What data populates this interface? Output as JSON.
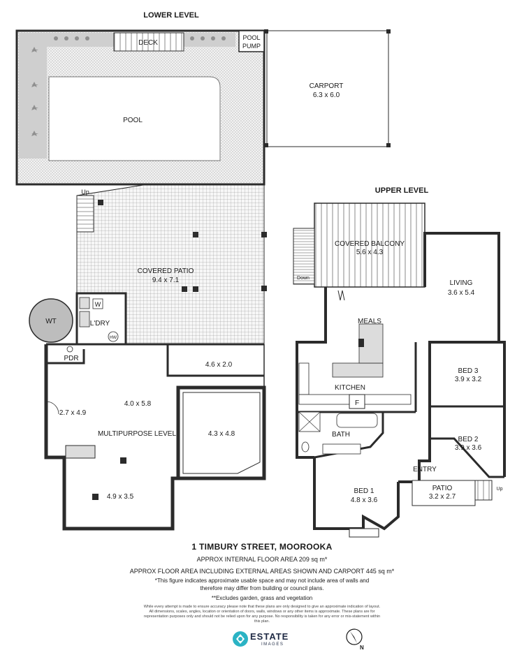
{
  "levels": {
    "lower": "LOWER LEVEL",
    "upper": "UPPER LEVEL"
  },
  "lower_rooms": {
    "deck": "DECK",
    "pool_pump_1": "POOL",
    "pool_pump_2": "PUMP",
    "pool": "POOL",
    "carport": "CARPORT",
    "carport_dim": "6.3 x 6.0",
    "covered_patio": "COVERED PATIO",
    "covered_patio_dim": "9.4 x 7.1",
    "laundry": "L'DRY",
    "wt": "WT",
    "pdr": "PDR",
    "w": "W",
    "hw": "HW",
    "up": "Up",
    "room_a_dim": "4.6 x 2.0",
    "room_b_dim": "2.7 x 4.9",
    "room_c_dim": "4.0 x 5.8",
    "multipurpose": "MULTIPURPOSE LEVEL",
    "room_d_dim": "4.3 x 4.8",
    "room_e_dim": "4.9 x 3.5"
  },
  "upper_rooms": {
    "covered_balcony": "COVERED BALCONY",
    "covered_balcony_dim": "5.6 x 4.3",
    "down": "Down",
    "living": "LIVING",
    "living_dim": "3.6 x 5.4",
    "meals": "MEALS",
    "kitchen": "KITCHEN",
    "fridge": "F",
    "bed3": "BED 3",
    "bed3_dim": "3.9 x 3.2",
    "bath": "BATH",
    "bed2": "BED 2",
    "bed2_dim": "3.9 x 3.6",
    "entry": "ENTRY",
    "patio": "PATIO",
    "patio_dim": "3.2 x 2.7",
    "up": "Up",
    "bed1": "BED 1",
    "bed1_dim": "4.8 x 3.6"
  },
  "footer": {
    "address": "1 TIMBURY STREET, MOOROOKA",
    "internal_area": "APPROX INTERNAL FLOOR AREA 209 sq m*",
    "external_area": "APPROX FLOOR AREA INCLUDING EXTERNAL AREAS SHOWN AND CARPORT 445 sq m*",
    "note_line1": "*This figure indicates approximate usable space and may not include area of walls and",
    "note_line2": "therefore may differ from building or council plans.",
    "exclusions": "**Excludes garden, grass and vegetation",
    "disclaimer": "While every attempt is made to ensure accuracy please note that these plans are only designed to give an approximate indication of layout. All dimensions, scales, angles, location or orientation of doors, walls, windows or any other items is approximate. These plans are for representation purposes only and should not be relied upon for any purpose. No responsibility is taken for any error or mis-statement within this plan."
  },
  "brand": {
    "name": "ESTATE",
    "sub": "IMAGES",
    "accent": "#2bb3c4"
  },
  "north": {
    "label": "N",
    "icon": "north-arrow-icon"
  },
  "colors": {
    "wall": "#2b2b2b",
    "paving": "#f2f2f2",
    "grass": "#c8c8c8"
  }
}
